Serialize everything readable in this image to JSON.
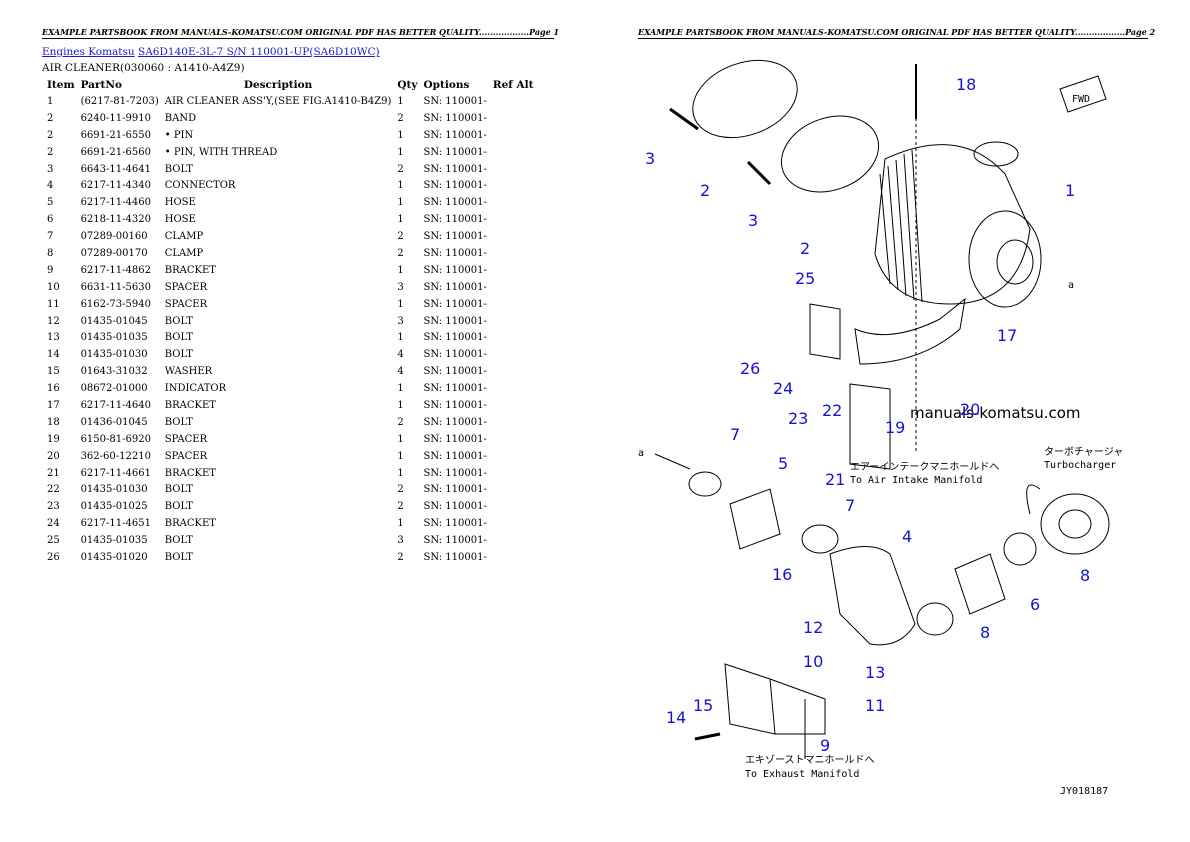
{
  "header_left": "EXAMPLE PARTSBOOK FROM MANUALS-KOMATSU.COM ORIGINAL PDF HAS BETTER QUALITY..................Page 1",
  "header_right": "EXAMPLE PARTSBOOK FROM MANUALS-KOMATSU.COM ORIGINAL PDF HAS BETTER QUALITY..................Page 2",
  "breadcrumb": {
    "link1": "Engines Komatsu",
    "link2": "SA6D140E-3L-7 S/N 110001-UP(SA6D10WC)"
  },
  "subtitle": "AIR CLEANER(030060 : A1410-A4Z9)",
  "columns": [
    "Item",
    "PartNo",
    "Description",
    "Qty",
    "Options",
    "Ref Alt"
  ],
  "rows": [
    {
      "item": "1",
      "partno": "(6217-81-7203)",
      "desc": "AIR CLEANER ASS'Y,(SEE FIG.A1410-B4Z9)",
      "qty": "1",
      "opt": "SN: 110001-"
    },
    {
      "item": "2",
      "partno": "6240-11-9910",
      "desc": "BAND",
      "qty": "2",
      "opt": "SN: 110001-"
    },
    {
      "item": "2",
      "partno": "6691-21-6550",
      "desc": "• PIN",
      "qty": "1",
      "opt": "SN: 110001-"
    },
    {
      "item": "2",
      "partno": "6691-21-6560",
      "desc": "• PIN, WITH THREAD",
      "qty": "1",
      "opt": "SN: 110001-"
    },
    {
      "item": "3",
      "partno": "6643-11-4641",
      "desc": "BOLT",
      "qty": "2",
      "opt": "SN: 110001-"
    },
    {
      "item": "4",
      "partno": "6217-11-4340",
      "desc": "CONNECTOR",
      "qty": "1",
      "opt": "SN: 110001-"
    },
    {
      "item": "5",
      "partno": "6217-11-4460",
      "desc": "HOSE",
      "qty": "1",
      "opt": "SN: 110001-"
    },
    {
      "item": "6",
      "partno": "6218-11-4320",
      "desc": "HOSE",
      "qty": "1",
      "opt": "SN: 110001-"
    },
    {
      "item": "7",
      "partno": "07289-00160",
      "desc": "CLAMP",
      "qty": "2",
      "opt": "SN: 110001-"
    },
    {
      "item": "8",
      "partno": "07289-00170",
      "desc": "CLAMP",
      "qty": "2",
      "opt": "SN: 110001-"
    },
    {
      "item": "9",
      "partno": "6217-11-4862",
      "desc": "BRACKET",
      "qty": "1",
      "opt": "SN: 110001-"
    },
    {
      "item": "10",
      "partno": "6631-11-5630",
      "desc": "SPACER",
      "qty": "3",
      "opt": "SN: 110001-"
    },
    {
      "item": "11",
      "partno": "6162-73-5940",
      "desc": "SPACER",
      "qty": "1",
      "opt": "SN: 110001-"
    },
    {
      "item": "12",
      "partno": "01435-01045",
      "desc": "BOLT",
      "qty": "3",
      "opt": "SN: 110001-"
    },
    {
      "item": "13",
      "partno": "01435-01035",
      "desc": "BOLT",
      "qty": "1",
      "opt": "SN: 110001-"
    },
    {
      "item": "14",
      "partno": "01435-01030",
      "desc": "BOLT",
      "qty": "4",
      "opt": "SN: 110001-"
    },
    {
      "item": "15",
      "partno": "01643-31032",
      "desc": "WASHER",
      "qty": "4",
      "opt": "SN: 110001-"
    },
    {
      "item": "16",
      "partno": "08672-01000",
      "desc": "INDICATOR",
      "qty": "1",
      "opt": "SN: 110001-"
    },
    {
      "item": "17",
      "partno": "6217-11-4640",
      "desc": "BRACKET",
      "qty": "1",
      "opt": "SN: 110001-"
    },
    {
      "item": "18",
      "partno": "01436-01045",
      "desc": "BOLT",
      "qty": "2",
      "opt": "SN: 110001-"
    },
    {
      "item": "19",
      "partno": "6150-81-6920",
      "desc": "SPACER",
      "qty": "1",
      "opt": "SN: 110001-"
    },
    {
      "item": "20",
      "partno": "362-60-12210",
      "desc": "SPACER",
      "qty": "1",
      "opt": "SN: 110001-"
    },
    {
      "item": "21",
      "partno": "6217-11-4661",
      "desc": "BRACKET",
      "qty": "1",
      "opt": "SN: 110001-"
    },
    {
      "item": "22",
      "partno": "01435-01030",
      "desc": "BOLT",
      "qty": "2",
      "opt": "SN: 110001-"
    },
    {
      "item": "23",
      "partno": "01435-01025",
      "desc": "BOLT",
      "qty": "2",
      "opt": "SN: 110001-"
    },
    {
      "item": "24",
      "partno": "6217-11-4651",
      "desc": "BRACKET",
      "qty": "1",
      "opt": "SN: 110001-"
    },
    {
      "item": "25",
      "partno": "01435-01035",
      "desc": "BOLT",
      "qty": "3",
      "opt": "SN: 110001-"
    },
    {
      "item": "26",
      "partno": "01435-01020",
      "desc": "BOLT",
      "qty": "2",
      "opt": "SN: 110001-"
    }
  ],
  "diagram": {
    "callouts": [
      "1",
      "2",
      "3",
      "2",
      "3",
      "4",
      "5",
      "6",
      "7",
      "7",
      "8",
      "8",
      "9",
      "10",
      "11",
      "12",
      "13",
      "14",
      "15",
      "16",
      "17",
      "18",
      "19",
      "20",
      "21",
      "22",
      "23",
      "24",
      "25",
      "26"
    ],
    "watermark": "manuals-komatsu.com",
    "fwd_label": "FWD",
    "ref_label": "a",
    "intake_jp": "エアーインテークマニホールドへ",
    "intake_en": "To Air Intake Manifold",
    "turbo_jp": "ターボチャージャ",
    "turbo_en": "Turbocharger",
    "exhaust_jp": "エキゾーストマニホールドへ",
    "exhaust_en": "To Exhaust Manifold",
    "figure_code": "JY018187"
  }
}
